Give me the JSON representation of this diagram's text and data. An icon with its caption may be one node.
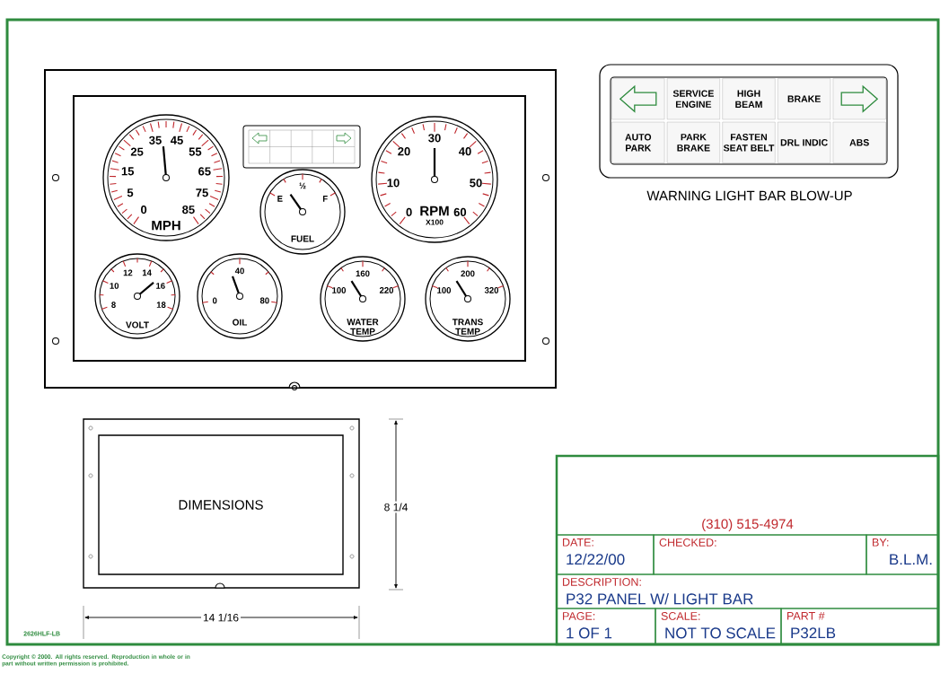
{
  "diagram": {
    "nodes": [
      {
        "text": [
          "WARNING LIGHT BAR BLOW-UP"
        ]
      },
      {
        "text": [],
        "shape": "arrow",
        "in": 0
      },
      {
        "text": [
          "SERVICE ENGINE"
        ],
        "in": 0
      },
      {
        "text": [
          "HIGH BEAM"
        ],
        "in": 0
      },
      {
        "text": [
          "BRAKE"
        ],
        "in": 0
      },
      {
        "text": [],
        "shape": "arrow",
        "in": 0
      },
      {
        "text": [
          "AUTO PARK"
        ],
        "in": 0
      },
      {
        "text": [
          "PARK BRAKE"
        ],
        "in": 0
      },
      {
        "text": [
          "FASTEN SEAT BELT"
        ],
        "in": 0
      },
      {
        "text": [
          "DRL INDIC"
        ],
        "in": 0
      },
      {
        "text": [
          "ABS"
        ],
        "in": 0
      },
      {
        "text": [],
        "shape": "box"
      },
      {
        "text": [],
        "shape": "box",
        "in": 11
      },
      {
        "text": [
          "MPH",
          "0",
          "5",
          "15",
          "25",
          "35",
          "45",
          "55",
          "65",
          "75",
          "85"
        ],
        "in": 12
      },
      {
        "text": [
          "RPM",
          "X100",
          "0",
          "10",
          "20",
          "30",
          "40",
          "50",
          "60"
        ],
        "in": 12
      },
      {
        "text": [
          "FUEL",
          "E",
          "½",
          "F"
        ],
        "in": 12
      },
      {
        "text": [
          "VOLT",
          "8",
          "10",
          "12",
          "14",
          "16",
          "18"
        ],
        "in": 12
      },
      {
        "text": [
          "OIL",
          "0",
          "40",
          "80"
        ],
        "in": 12
      },
      {
        "text": [
          "WATER TEMP",
          "100",
          "160",
          "220"
        ],
        "in": 12
      },
      {
        "text": [
          "TRANS TEMP",
          "100",
          "200",
          "320"
        ],
        "in": 12
      },
      {
        "text": [],
        "shape": "box"
      },
      {
        "text": [
          "DIMENSIONS"
        ],
        "in": 20
      },
      {
        "text": [],
        "shape": "box"
      },
      {
        "text": [
          "(310) 515-4974"
        ],
        "in": 22
      },
      {
        "text": [
          "DATE:",
          "12/22/00"
        ],
        "in": 22
      },
      {
        "text": [
          "CHECKED:"
        ],
        "in": 22
      },
      {
        "text": [
          "BY:",
          "B.L.M."
        ],
        "in": 22
      },
      {
        "text": [
          "DESCRIPTION:",
          "P32 PANEL W/ LIGHT BAR"
        ],
        "in": 22
      },
      {
        "text": [
          "PAGE:",
          "1 OF 1"
        ],
        "in": 22
      },
      {
        "text": [
          "SCALE:",
          "NOT TO SCALE"
        ],
        "in": 22
      },
      {
        "text": [
          "PART #",
          "P32LB"
        ],
        "in": 22
      }
    ],
    "labels": [
      "8 1/4",
      "14 1/16",
      "2626HLF-LB",
      "Copyright © 2000. All rights reserved. Reproduction in whole or in part without written permission is prohibited."
    ]
  }
}
